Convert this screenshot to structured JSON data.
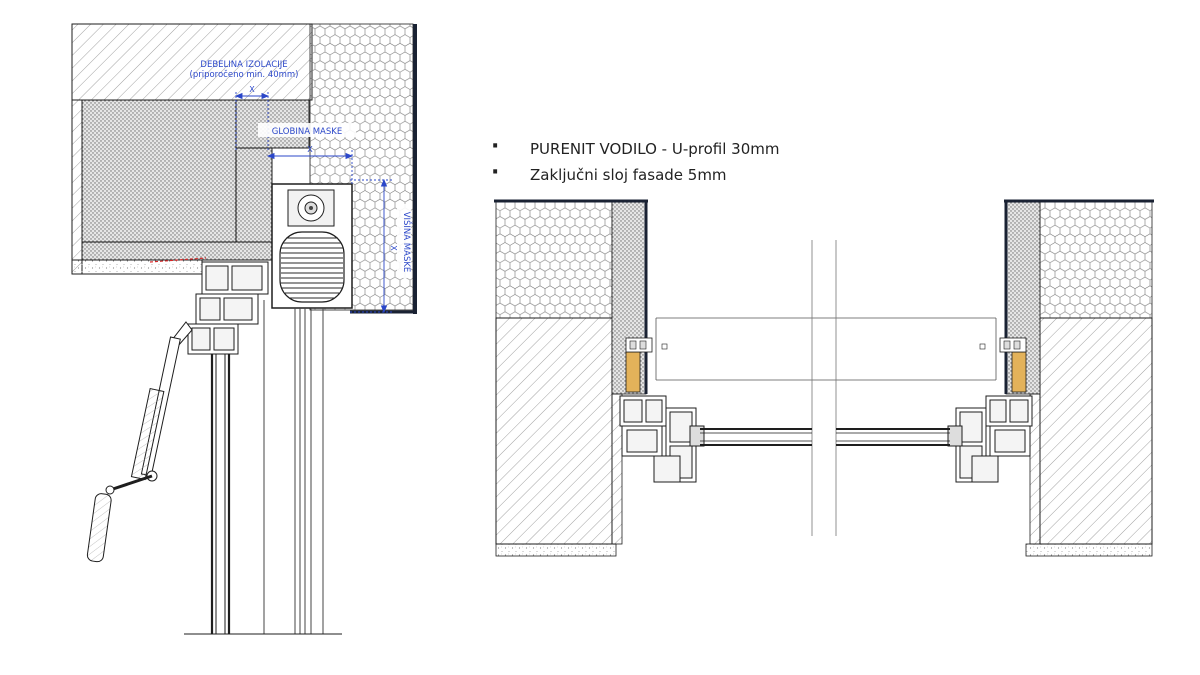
{
  "section_view": {
    "labels": {
      "insulation_thickness_line1": "DEBELINA IZOLACIJE",
      "insulation_thickness_line2": "(priporočeno min. 40mm)",
      "mask_depth": "GLOBINA MASKE",
      "mask_height": "VIŠINA MASKE",
      "dim_symbol": "X"
    }
  },
  "notes": [
    "PURENIT VODILO - U-profil 30mm",
    "Zaključni sloj fasade 5mm"
  ],
  "colors": {
    "dimension": "#2b47c9",
    "outline": "#1e1e1e",
    "thick_edge": "#1a2233",
    "wood": "#e3b25a",
    "red_line": "#d62828"
  }
}
